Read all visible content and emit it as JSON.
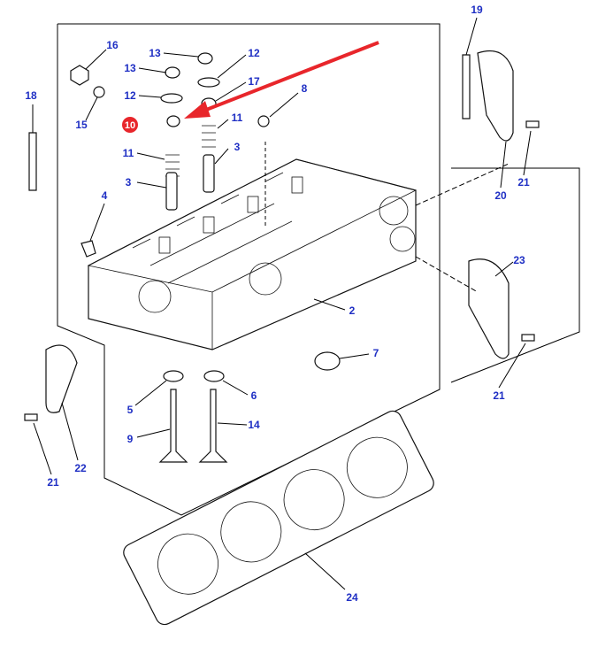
{
  "diagram": {
    "callouts": [
      "16",
      "15",
      "13",
      "13",
      "12",
      "12",
      "17",
      "10",
      "11",
      "8",
      "11",
      "3",
      "3",
      "4",
      "18",
      "19",
      "20",
      "21",
      "23",
      "2",
      "7",
      "21",
      "5",
      "6",
      "9",
      "14",
      "22",
      "21",
      "24"
    ],
    "highlighted_callout": "10",
    "colors": {
      "callout_text": "#1f2fc4",
      "highlight": "#e8262b",
      "arrow": "#e8262b",
      "line": "#000000"
    }
  }
}
